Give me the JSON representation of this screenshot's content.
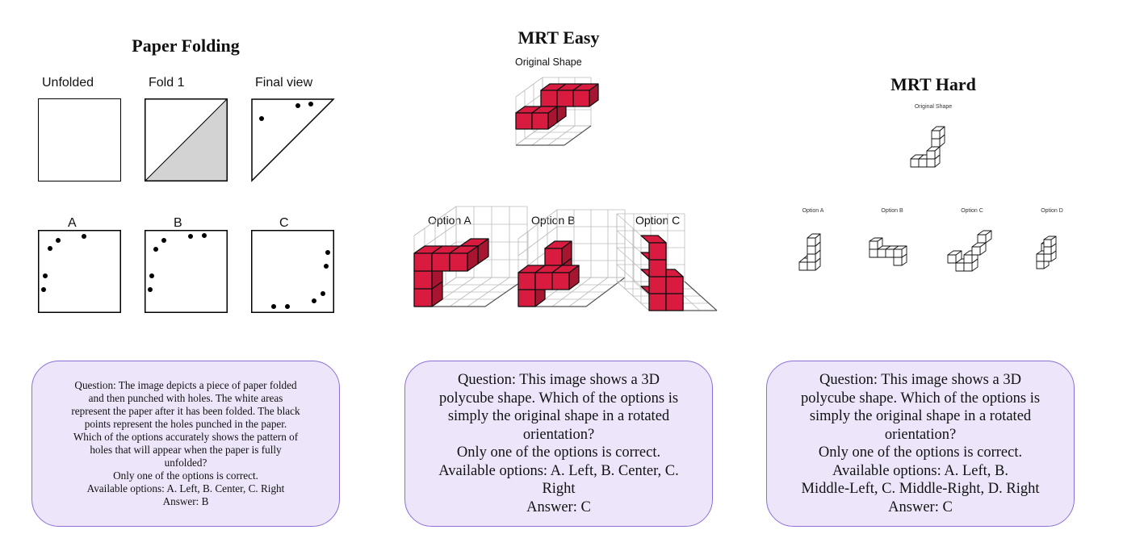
{
  "paper_folding": {
    "title": "Paper Folding",
    "labels": {
      "unfolded": "Unfolded",
      "fold1": "Fold 1",
      "final": "Final view",
      "a": "A",
      "b": "B",
      "c": "C"
    },
    "question": "Question: The image depicts a piece of paper folded\nand then punched with holes. The white areas\nrepresent the paper after it has been folded. The black\npoints represent the holes punched in the paper.\nWhich of the options accurately shows the pattern of\nholes that will appear when the paper is fully\nunfolded?\nOnly one of the options is correct.\nAvailable options: A. Left, B. Center, C. Right\nAnswer: B"
  },
  "mrt_easy": {
    "title": "MRT Easy",
    "original_label": "Original Shape",
    "options": [
      "Option A",
      "Option B",
      "Option C"
    ],
    "question": "Question: This image shows a 3D\npolycube shape. Which of the options is\nsimply the original shape in a rotated\norientation?\nOnly one of the options is correct.\nAvailable options: A. Left, B. Center, C.\nRight\nAnswer: C",
    "cube_color": "#d81b3f"
  },
  "mrt_hard": {
    "title": "MRT Hard",
    "original_label": "Original Shape",
    "options": [
      "Option A",
      "Option B",
      "Option C",
      "Option D"
    ],
    "question": "Question: This image shows a 3D\npolycube shape. Which of the options is\nsimply the original shape in a rotated\norientation?\nOnly one of the options is correct.\nAvailable options: A. Left, B.\nMiddle-Left, C. Middle-Right, D. Right\nAnswer: C"
  },
  "colors": {
    "card_bg": "#ede6fb",
    "card_border": "#8c6fd6",
    "fold_shade": "#d3d3d3"
  }
}
